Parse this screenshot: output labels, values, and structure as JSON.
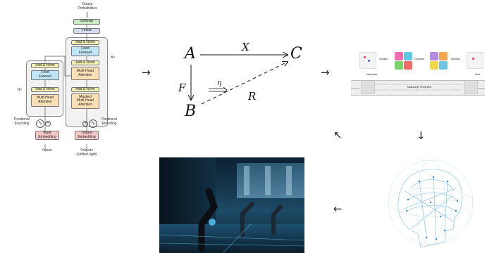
{
  "transformer": {
    "output_probabilities": "Output\nProbabilities",
    "softmax": "Softmax",
    "linear": "Linear",
    "add_norm": "Add & Norm",
    "feed_forward": "Feed\nForward",
    "multi_head_attention": "Multi-Head\nAttention",
    "masked_multi_head_attention": "Masked\nMulti-Head\nAttention",
    "nx_left": "N×",
    "nx_right": "N×",
    "positional_encoding_left": "Positional\nEncoding",
    "positional_encoding_right": "Positional\nEncoding",
    "input_embedding": "Input\nEmbedding",
    "output_embedding": "Output\nEmbedding",
    "inputs": "Inputs",
    "outputs": "Outputs\n(shifted right)",
    "colors": {
      "add_norm": "#f3f3b2",
      "feed_forward": "#bfe6f7",
      "attention": "#fbe0b5",
      "embedding": "#f6c7c7",
      "softmax": "#c9ebc0",
      "linear": "#d6dcf0"
    }
  },
  "commutative": {
    "A": "A",
    "B": "B",
    "C": "C",
    "X": "X",
    "F": "F",
    "R": "R",
    "eta": "η"
  },
  "pipeline": {
    "vocabulary": "Vocabul",
    "conceive": "Conceive",
    "denoise": "Denoise",
    "normalize": "Normalize",
    "face": "Face",
    "mlp": "Multi-Layer Perceptron"
  },
  "photos": {
    "robotics_lab": "robotics laboratory photo",
    "brain_head": "wireframe brain head illustration"
  },
  "arrows": {
    "a1": "→",
    "a2": "→",
    "a3": "↓",
    "a4": "←",
    "a5": "↖"
  }
}
